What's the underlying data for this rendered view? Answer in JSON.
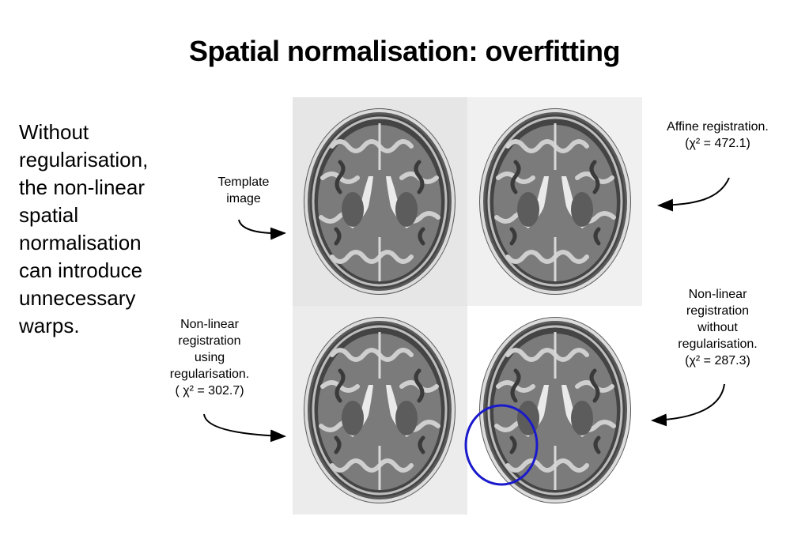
{
  "slide": {
    "title": "Spatial normalisation: overfitting",
    "body_text": "Without regularisation, the non-linear spatial normalisation can introduce unnecessary warps."
  },
  "labels": {
    "template": [
      "Template",
      "image"
    ],
    "affine": [
      "Affine registration.",
      "(χ² = 472.1)"
    ],
    "with_reg": [
      "Non-linear",
      "registration",
      "using",
      "regularisation.",
      "( χ² = 302.7)"
    ],
    "without_reg": [
      "Non-linear",
      "registration",
      "without",
      "regularisation.",
      "(χ² = 287.3)"
    ]
  },
  "colors": {
    "highlight_circle": "#1a1acc",
    "arrow": "#000000",
    "scan_background": "#e6e6e6"
  }
}
